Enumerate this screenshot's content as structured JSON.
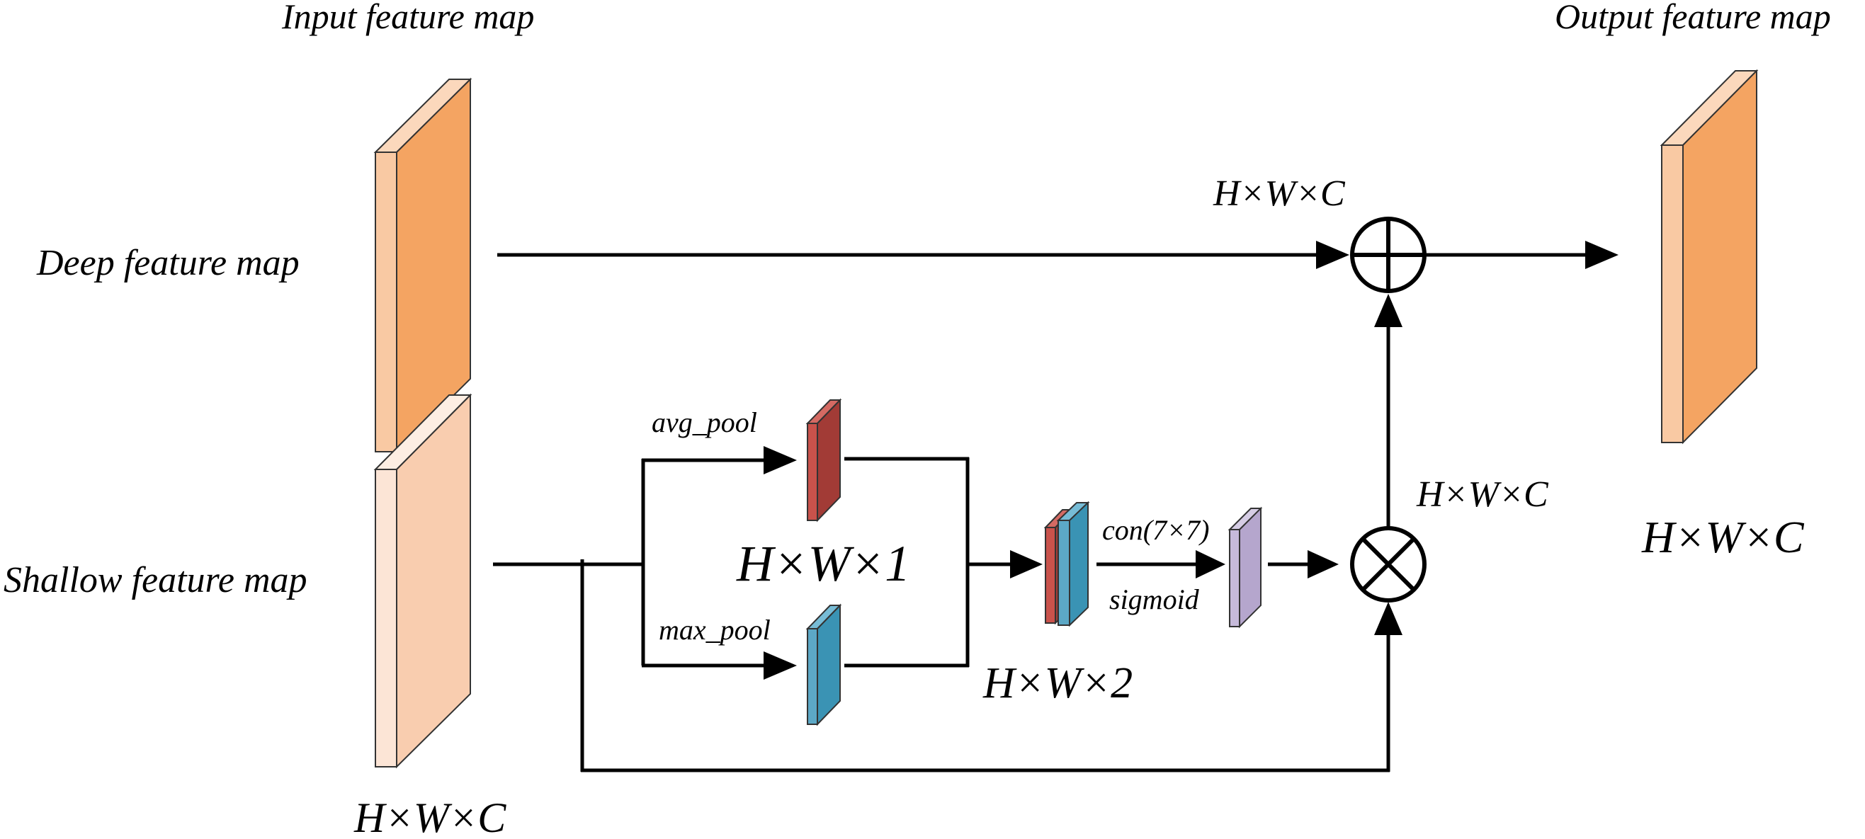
{
  "labels": {
    "input_feature_map": "Input feature map",
    "output_feature_map": "Output feature map",
    "deep_feature_map": "Deep feature map",
    "shallow_feature_map": "Shallow feature map",
    "avg_pool": "avg_pool",
    "max_pool": "max_pool",
    "conv": "con(7×7)",
    "sigmoid": "sigmoid"
  },
  "dimensions": {
    "input_shallow": "H×W×C",
    "deep_path": "H×W×C",
    "mult_out": "H×W×C",
    "output": "H×W×C",
    "pooled": "H×W×1",
    "concat": "H×W×2"
  },
  "operators": {
    "add": "⊕",
    "multiply": "⊗"
  },
  "colors": {
    "deep_front": "#F4A462",
    "deep_side": "#F9C9A3",
    "shallow_front": "#F9CDAF",
    "shallow_side": "#FCE5D6",
    "avg_block": "#A23B36",
    "max_block": "#3A93B4",
    "attention_block": "#B5A6CD",
    "output_front": "#F4A462",
    "output_side": "#F9C9A3"
  }
}
